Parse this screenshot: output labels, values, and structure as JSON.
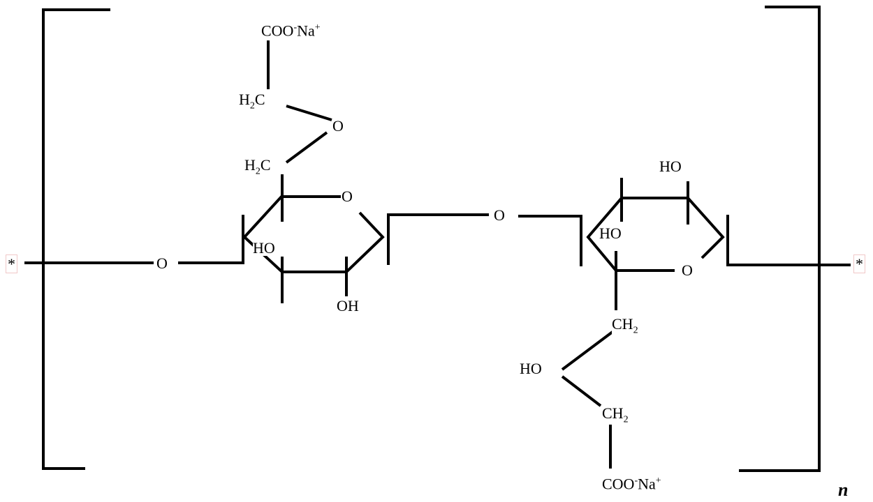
{
  "structure": {
    "top_carboxylate": {
      "main": "COO",
      "minus": "-",
      "cation": "Na",
      "plus": "+"
    },
    "top_h2c_upper": {
      "h": "H",
      "sub": "2",
      "c": "C"
    },
    "top_ether_o": "O",
    "top_h2c_lower": {
      "h": "H",
      "sub": "2",
      "c": "C"
    },
    "ring1_o": "O",
    "ring1_ho": "HO",
    "ring1_oh": "OH",
    "left_link_o": "O",
    "bridge_o": "O",
    "ring2_ho_top": "HO",
    "ring2_ho_inner": "HO",
    "ring2_o": "O",
    "ch2_upper": {
      "ch": "CH",
      "sub": "2"
    },
    "side_ho": "HO",
    "ch2_lower": {
      "ch": "CH",
      "sub": "2"
    },
    "bottom_carboxylate": {
      "main": "COO",
      "minus": "-",
      "cation": "Na",
      "plus": "+"
    },
    "left_star": "*",
    "right_star": "*",
    "repeat_n": "n"
  }
}
